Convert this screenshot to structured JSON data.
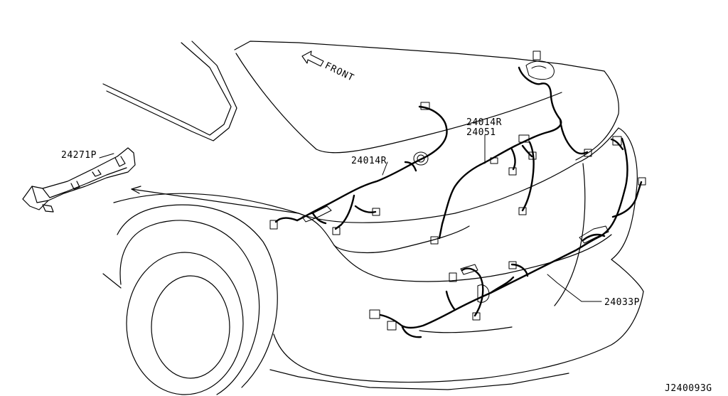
{
  "direction": {
    "label": "FRONT",
    "icon": "arrow-left-icon"
  },
  "parts": [
    {
      "id": "p-24271P",
      "number": "24271P"
    },
    {
      "id": "p-24014R-a",
      "number": "24014R"
    },
    {
      "id": "p-24014R-b",
      "number": "24014R"
    },
    {
      "id": "p-24051",
      "number": "24051"
    },
    {
      "id": "p-24033P",
      "number": "24033P"
    }
  ],
  "diagram_code": "J240093G"
}
